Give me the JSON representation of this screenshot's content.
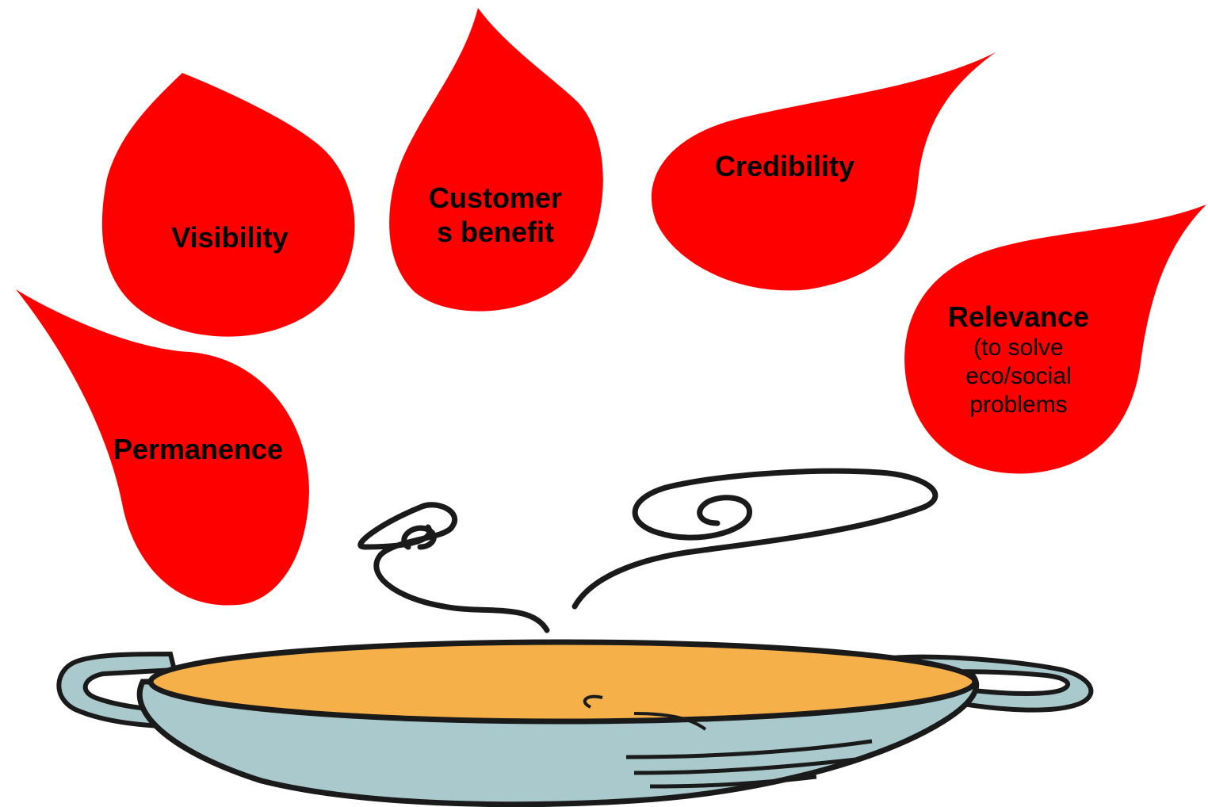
{
  "colors": {
    "drop": "#ff0000",
    "soup": "#f6b04a",
    "pot": "#a9c9cc",
    "outline": "#1a1a1a"
  },
  "drops": {
    "visibility": {
      "label": "Visibility"
    },
    "customers_benefit": {
      "label_line1": "Customer",
      "label_line2": "s benefit"
    },
    "credibility": {
      "label": "Credibility"
    },
    "relevance": {
      "label": "Relevance",
      "sub_line1": "(to solve",
      "sub_line2": "eco/social",
      "sub_line3": "problems"
    },
    "permanence": {
      "label": "Permanence"
    }
  },
  "icons": {
    "pot": "soup-pot-icon",
    "steam": "steam-icon"
  }
}
